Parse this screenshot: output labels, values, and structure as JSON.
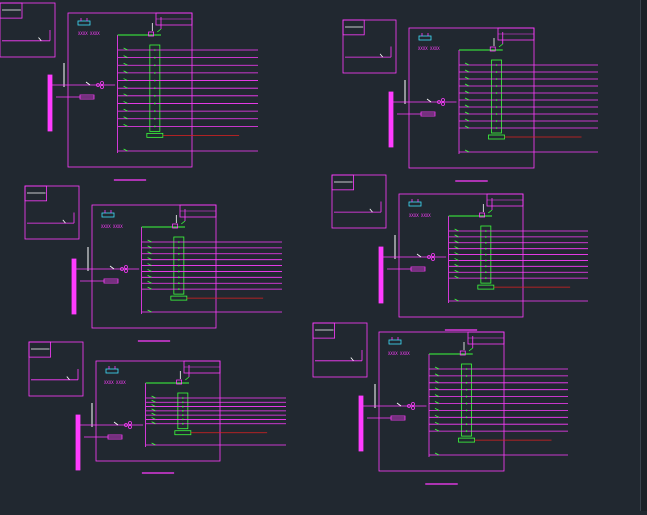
{
  "colors": {
    "background": "#212830",
    "magenta": "#ff3cff",
    "green": "#3cff3c",
    "white": "#ffffff",
    "red": "#e02020",
    "cyan": "#40e0ff"
  },
  "panels": [
    {
      "id": "panel-1",
      "label": "XXXX XXXX"
    },
    {
      "id": "panel-2",
      "label": "XXXX XXXX"
    },
    {
      "id": "panel-3",
      "label": "XXXX XXXX"
    },
    {
      "id": "panel-4",
      "label": "XXXX XXXX"
    },
    {
      "id": "panel-5",
      "label": "XXXX XXXX"
    },
    {
      "id": "panel-6",
      "label": "XXXX XXXX"
    }
  ]
}
